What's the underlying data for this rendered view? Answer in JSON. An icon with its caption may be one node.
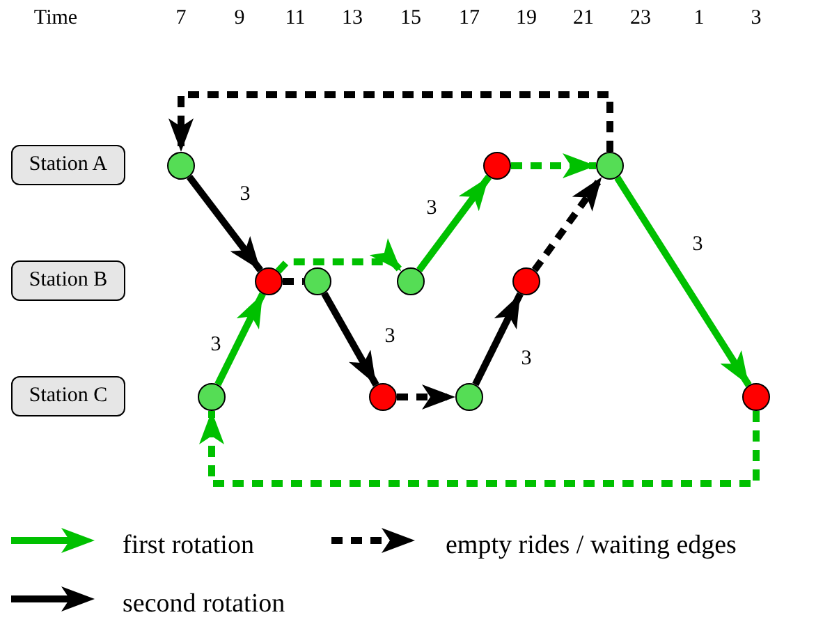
{
  "diagram": {
    "nodes": [
      {
        "text": [
          "Station A"
        ]
      },
      {
        "text": [
          "Station B"
        ]
      },
      {
        "text": [
          "Station C"
        ]
      },
      {
        "text": [],
        "shape": "circle"
      },
      {
        "text": [],
        "shape": "circle"
      },
      {
        "text": [],
        "shape": "circle"
      },
      {
        "text": [],
        "shape": "circle"
      },
      {
        "text": [],
        "shape": "circle"
      },
      {
        "text": [],
        "shape": "circle"
      },
      {
        "text": [],
        "shape": "circle"
      },
      {
        "text": [],
        "shape": "circle"
      },
      {
        "text": [],
        "shape": "circle"
      },
      {
        "text": [],
        "shape": "circle"
      },
      {
        "text": [],
        "shape": "circle"
      }
    ],
    "edges": [
      {
        "from": 5,
        "to": 3,
        "arrow": "to",
        "style": "dashed"
      },
      {
        "from": 3,
        "to": 6,
        "arrow": "to",
        "label": "3"
      },
      {
        "from": 10,
        "to": 6,
        "arrow": "to",
        "label": "3",
        "color": "#00c000"
      },
      {
        "from": 6,
        "to": 8,
        "arrow": "to",
        "style": "dashed",
        "color": "#00c000"
      },
      {
        "from": 6,
        "to": 7,
        "arrow": "none",
        "style": "dashed"
      },
      {
        "from": 7,
        "to": 11,
        "arrow": "to",
        "label": "3"
      },
      {
        "from": 8,
        "to": 4,
        "arrow": "to",
        "label": "3",
        "color": "#00c000"
      },
      {
        "from": 4,
        "to": 5,
        "arrow": "to",
        "style": "dashed",
        "color": "#00c000"
      },
      {
        "from": 11,
        "to": 12,
        "arrow": "to",
        "style": "dashed"
      },
      {
        "from": 12,
        "to": 9,
        "arrow": "to",
        "label": "3"
      },
      {
        "from": 9,
        "to": 5,
        "arrow": "to",
        "style": "dashed"
      },
      {
        "from": 5,
        "to": 13,
        "arrow": "to",
        "label": "3",
        "color": "#00c000"
      },
      {
        "from": 13,
        "to": 10,
        "arrow": "to",
        "style": "dashed",
        "color": "#00c000"
      }
    ],
    "labels": [
      "Time",
      "7",
      "9",
      "11",
      "13",
      "15",
      "17",
      "19",
      "21",
      "23",
      "1",
      "3"
    ],
    "legend": [
      {
        "text": "first rotation"
      },
      {
        "text": "empty rides / waiting edges"
      },
      {
        "text": "second rotation"
      }
    ]
  }
}
